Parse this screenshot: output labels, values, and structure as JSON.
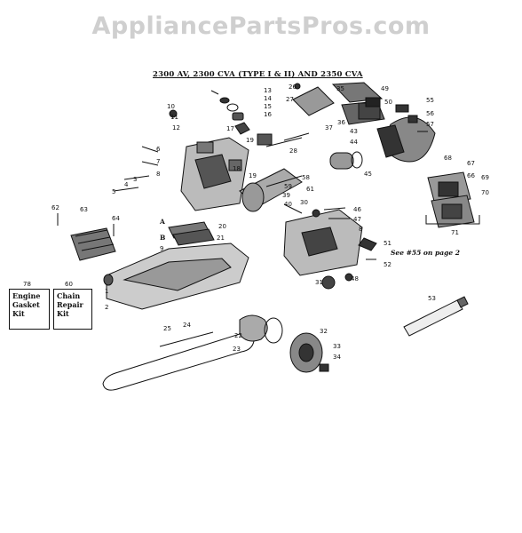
{
  "watermark": "AppliancePartsPros.com",
  "title": "2300 AV, 2300 CVA (TYPE I & II) AND 2350 CVA",
  "note": "See #55 on page 2",
  "kits": [
    {
      "number": "78",
      "label": "Engine Gasket Kit"
    },
    {
      "number": "60",
      "label": "Chain Repair Kit"
    }
  ],
  "letter_labels": [
    "A",
    "B"
  ],
  "part_numbers": [
    "1",
    "2",
    "3",
    "4",
    "5",
    "6",
    "7",
    "8",
    "9",
    "10",
    "11",
    "12",
    "13",
    "14",
    "15",
    "16",
    "17",
    "18",
    "19",
    "20",
    "21",
    "22",
    "23",
    "24",
    "25",
    "26",
    "27",
    "28",
    "30",
    "31",
    "32",
    "33",
    "34",
    "35",
    "36",
    "37",
    "39",
    "40",
    "43",
    "44",
    "45",
    "46",
    "47",
    "48",
    "49",
    "50",
    "51",
    "52",
    "53",
    "55",
    "56",
    "57",
    "58",
    "59",
    "61",
    "62",
    "63",
    "64",
    "67",
    "68",
    "69",
    "70",
    "71"
  ],
  "colors": {
    "ink": "#111111",
    "watermark": "#cfcfcf",
    "background": "#ffffff"
  }
}
